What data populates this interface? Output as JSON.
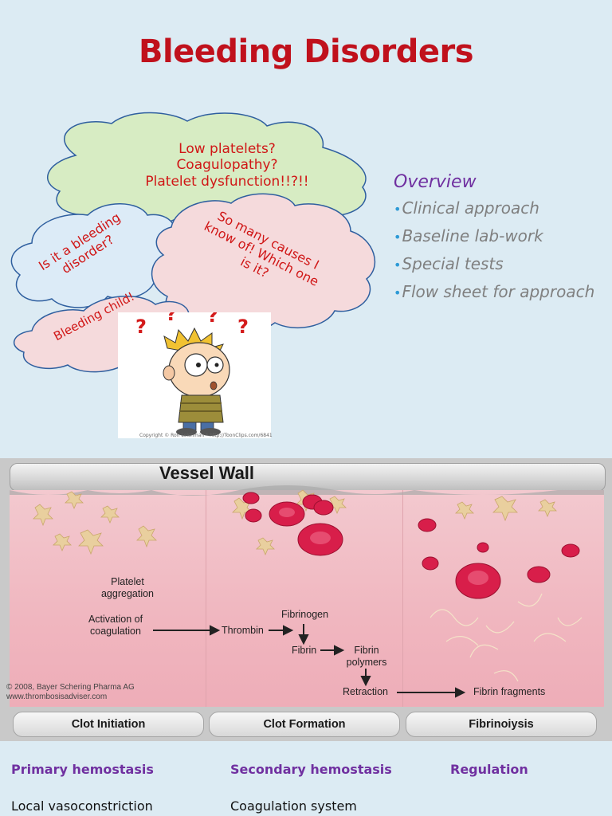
{
  "title": "Bleeding Disorders",
  "clouds": {
    "top": [
      "Low platelets?",
      "Coagulopathy?",
      "Platelet dysfunction!!?!!"
    ],
    "left": [
      "Is it a bleeding",
      "disorder?"
    ],
    "right": [
      "So many causes I",
      "know of! Which one",
      "is it?"
    ],
    "bottom": "Bleeding child!"
  },
  "illustration": {
    "copyright": "Copyright © Ron Leishman  *  http://ToonClips.com/6841"
  },
  "overview": {
    "heading": "Overview",
    "items": [
      "Clinical approach",
      "Baseline lab-work",
      "Special tests",
      "Flow sheet for approach"
    ]
  },
  "diagram": {
    "vessel_wall": "Vessel Wall",
    "platelet_aggregation": [
      "Platelet",
      "aggregation"
    ],
    "activation": [
      "Activation of",
      "coagulation"
    ],
    "thrombin": "Thrombin",
    "fibrinogen": "Fibrinogen",
    "fibrin": "Fibrin",
    "fibrin_polymers": [
      "Fibrin",
      "polymers"
    ],
    "retraction": "Retraction",
    "fibrin_fragments": "Fibrin fragments",
    "copyright": [
      "© 2008, Bayer Schering Pharma AG",
      "www.thrombosisadviser.com"
    ],
    "phases": [
      "Clot Initiation",
      "Clot Formation",
      "Fibrinoiysis"
    ]
  },
  "columns": [
    {
      "heading": "Primary hemostasis",
      "item": "Local vasoconstriction"
    },
    {
      "heading": "Secondary hemostasis",
      "item": "Coagulation system"
    },
    {
      "heading": "Regulation",
      "item": ""
    }
  ],
  "colors": {
    "title": "#c0111c",
    "cloud_text": "#d01616",
    "overview_heading": "#7030a0",
    "bullet": "#2e9ad6",
    "overview_text": "#7f7f7f"
  }
}
